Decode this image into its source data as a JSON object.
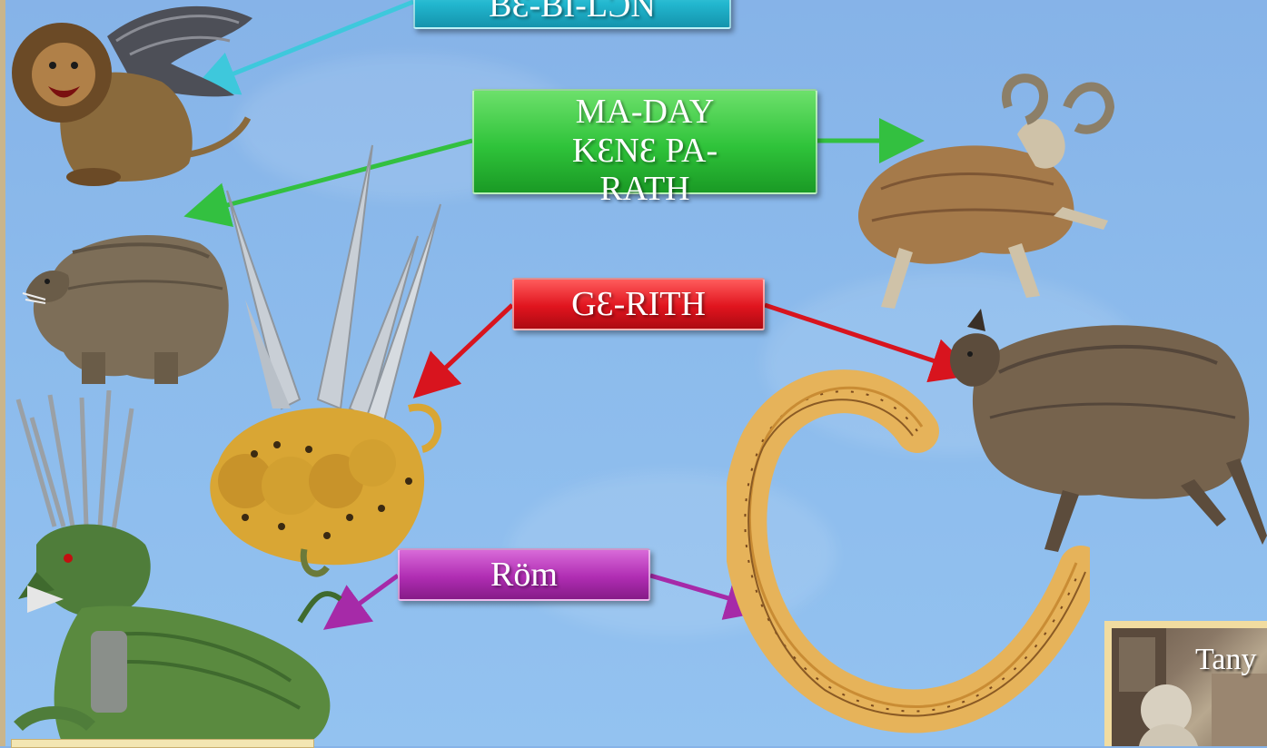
{
  "labels": {
    "babylon": "BƐ-BI-LƆN",
    "medo_persia_line1": "MA-DAY",
    "medo_persia_line2": "KƐNƐ PA-",
    "medo_persia_line3": "RATH",
    "greece": "GƐ-RITH",
    "rome": "Röm"
  },
  "thumbnail": {
    "text": "Tany"
  },
  "colors": {
    "cyan": "#22b7cf",
    "green": "#2fc33a",
    "red": "#e0141e",
    "purple": "#b02db3"
  }
}
